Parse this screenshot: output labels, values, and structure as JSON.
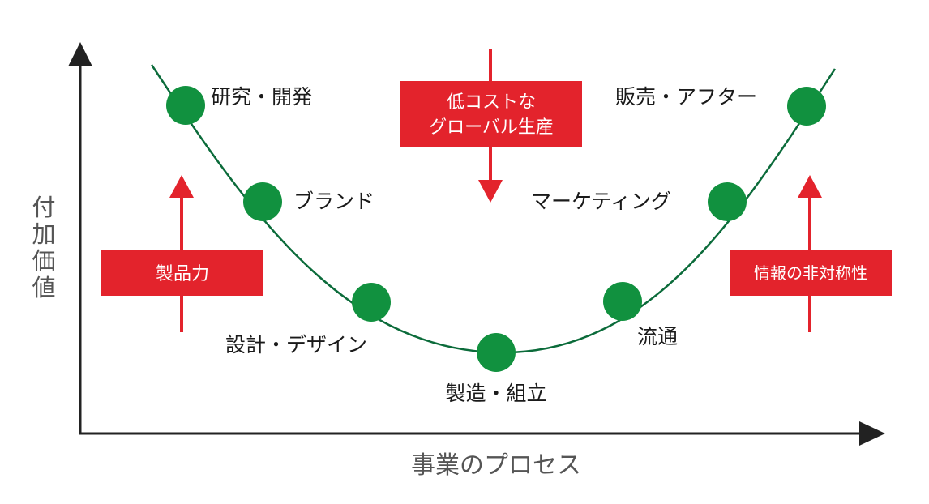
{
  "axes": {
    "y_label": "付加価値",
    "x_label": "事業のプロセス",
    "axis_color": "#222222",
    "label_color": "#555555"
  },
  "curve": {
    "color": "#0b6b3a",
    "node_color": "#11913f"
  },
  "stages": [
    {
      "id": "rnd",
      "label": "研究・開発"
    },
    {
      "id": "brand",
      "label": "ブランド"
    },
    {
      "id": "design",
      "label": "設計・デザイン"
    },
    {
      "id": "manufacturing",
      "label": "製造・組立"
    },
    {
      "id": "distribution",
      "label": "流通"
    },
    {
      "id": "marketing",
      "label": "マーケティング"
    },
    {
      "id": "sales",
      "label": "販売・アフター"
    }
  ],
  "boxes": {
    "left": {
      "text": "製品力",
      "arrow": "up"
    },
    "center": {
      "line1": "低コストな",
      "line2": "グローバル生産",
      "arrow": "down"
    },
    "right": {
      "text": "情報の非対称性",
      "arrow": "up"
    }
  },
  "accent_color": "#e3232c"
}
